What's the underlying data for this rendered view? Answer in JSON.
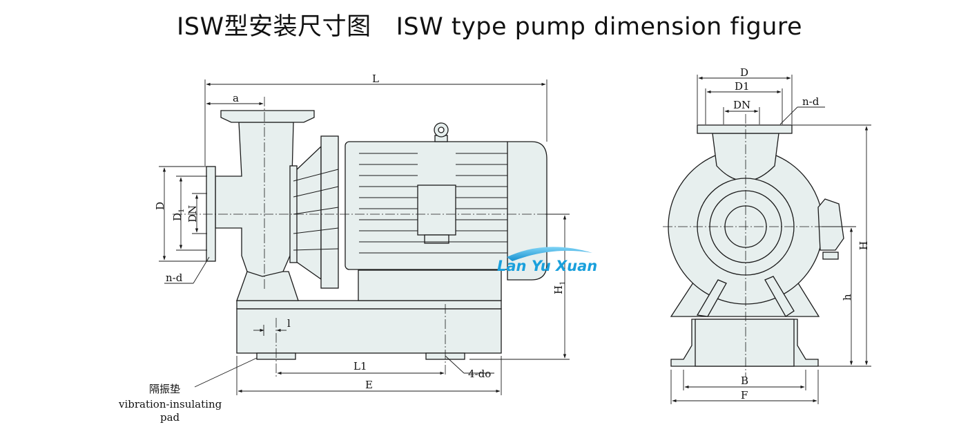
{
  "title": {
    "cn": "ISW型安装尺寸图",
    "en": "ISW type pump dimension figure"
  },
  "side_view": {
    "L": "L",
    "a": "a",
    "D": "D",
    "D1": "D",
    "D1_sub": "1",
    "DN": "DN",
    "nd": "n-d",
    "H1": "H",
    "H1_sub": "1",
    "l": "l",
    "L1": "L1",
    "do4": "4-do",
    "E": "E",
    "pad_cn": "隔振垫",
    "pad_en1": "vibration-insulating",
    "pad_en2": "pad"
  },
  "front_view": {
    "D": "D",
    "D1": "D1",
    "DN": "DN",
    "nd": "n-d",
    "H": "H",
    "h": "h",
    "B": "B",
    "F": "F"
  },
  "watermark": "Lan Yu Xuan",
  "colors": {
    "fill": "#e7efee",
    "line": "#1a1a1a",
    "watermark": "#1aa0dc"
  }
}
